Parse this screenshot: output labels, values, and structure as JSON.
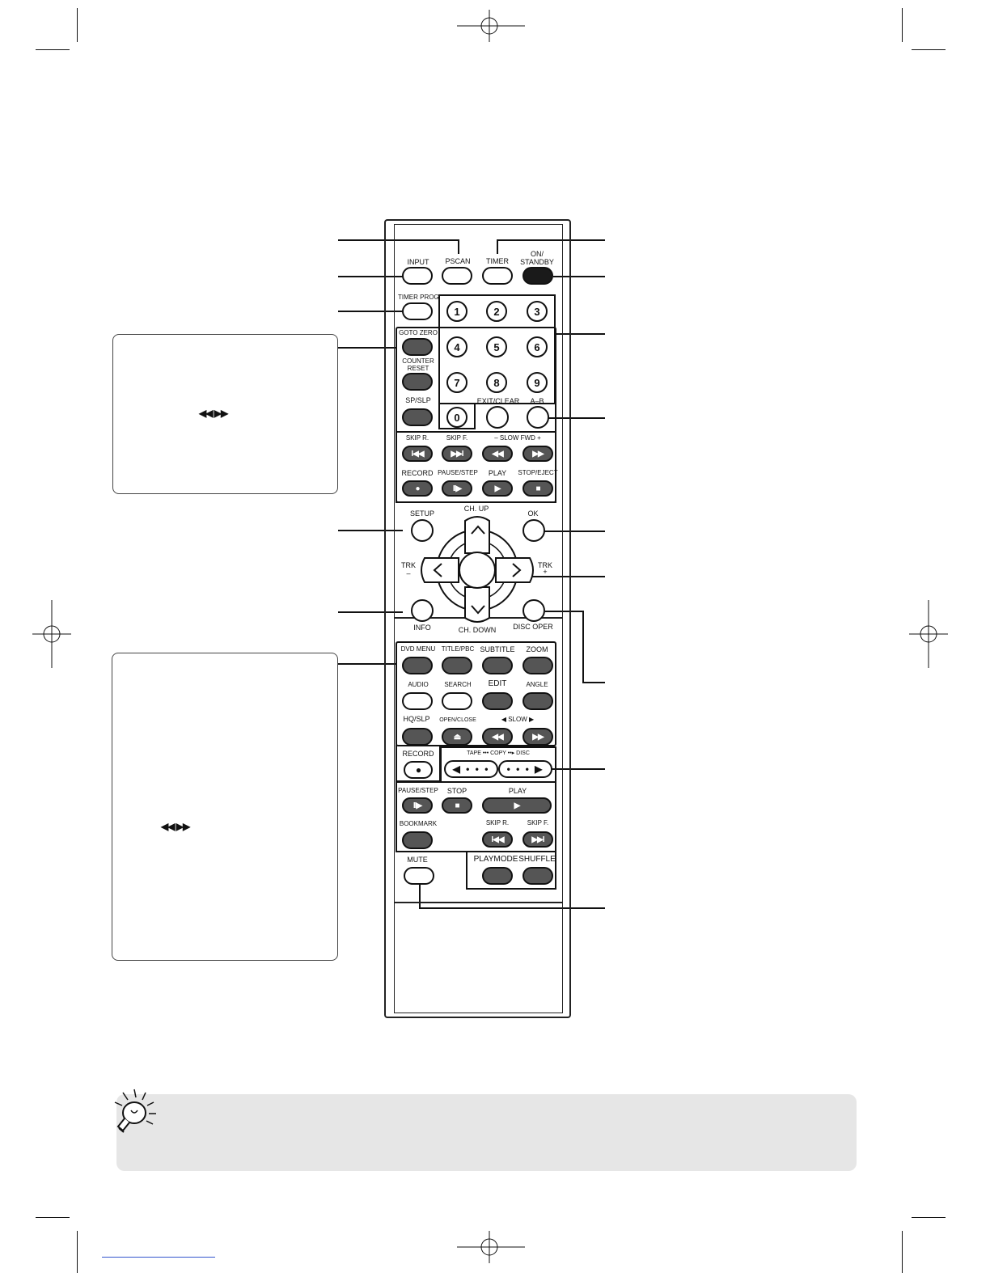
{
  "remote": {
    "top": {
      "pscan": "PSCAN",
      "input": "INPUT",
      "timer": "TIMER",
      "on_standby_1": "ON/",
      "on_standby_2": "STANDBY",
      "timer_prog": "TIMER PROG"
    },
    "numbers": [
      "1",
      "2",
      "3",
      "4",
      "5",
      "6",
      "7",
      "8",
      "9",
      "0"
    ],
    "vcr": {
      "goto_zero": "GOTO ZERO",
      "counter_reset_1": "COUNTER",
      "counter_reset_2": "RESET",
      "sp_slp": "SP/SLP",
      "exit_clear": "EXIT/CLEAR",
      "a_b": "A–B",
      "skip_r": "SKIP R.",
      "skip_f": "SKIP F.",
      "slow_fwd": "–  SLOW FWD  +",
      "record": "RECORD",
      "pause_step": "PAUSE/STEP",
      "play": "PLAY",
      "stop_eject": "STOP/EJECT"
    },
    "nav": {
      "setup": "SETUP",
      "ch_up": "CH. UP",
      "ok": "OK",
      "trk_minus_1": "TRK",
      "trk_minus_2": "–",
      "trk_plus_1": "TRK",
      "trk_plus_2": "+",
      "info": "INFO",
      "ch_down": "CH. DOWN",
      "disc_oper": "DISC OPER"
    },
    "dvd": {
      "dvd_menu": "DVD MENU",
      "title_pbc": "TITLE/PBC",
      "subtitle": "SUBTITLE",
      "zoom": "ZOOM",
      "audio": "AUDIO",
      "search": "SEARCH",
      "edit": "EDIT",
      "angle": "ANGLE",
      "hq_slp": "HQ/SLP",
      "open_close": "OPEN/CLOSE",
      "slow": "◀   SLOW   ▶",
      "record": "RECORD",
      "copy_label": "TAPE ••• COPY ••▸ DISC",
      "pause_step": "PAUSE/STEP",
      "stop": "STOP",
      "play": "PLAY",
      "bookmark": "BOOKMARK",
      "skip_r": "SKIP R.",
      "skip_f": "SKIP F.",
      "playmode": "PLAYMODE",
      "shuffle": "SHUFFLE",
      "mute": "MUTE"
    }
  },
  "callout_symbols": {
    "rew_ff": "◀◀  ▶▶"
  },
  "colors": {
    "button_dark": "#555555",
    "button_black": "#1a1a1a",
    "note_bg": "#e6e6e6"
  },
  "icons": [
    "lightbulb-tip-icon",
    "skip-back-icon",
    "skip-forward-icon",
    "rewind-icon",
    "fast-forward-icon",
    "record-icon",
    "pause-step-icon",
    "play-icon",
    "stop-icon",
    "eject-icon",
    "chevron-up-icon",
    "chevron-down-icon",
    "chevron-left-icon",
    "chevron-right-icon"
  ]
}
